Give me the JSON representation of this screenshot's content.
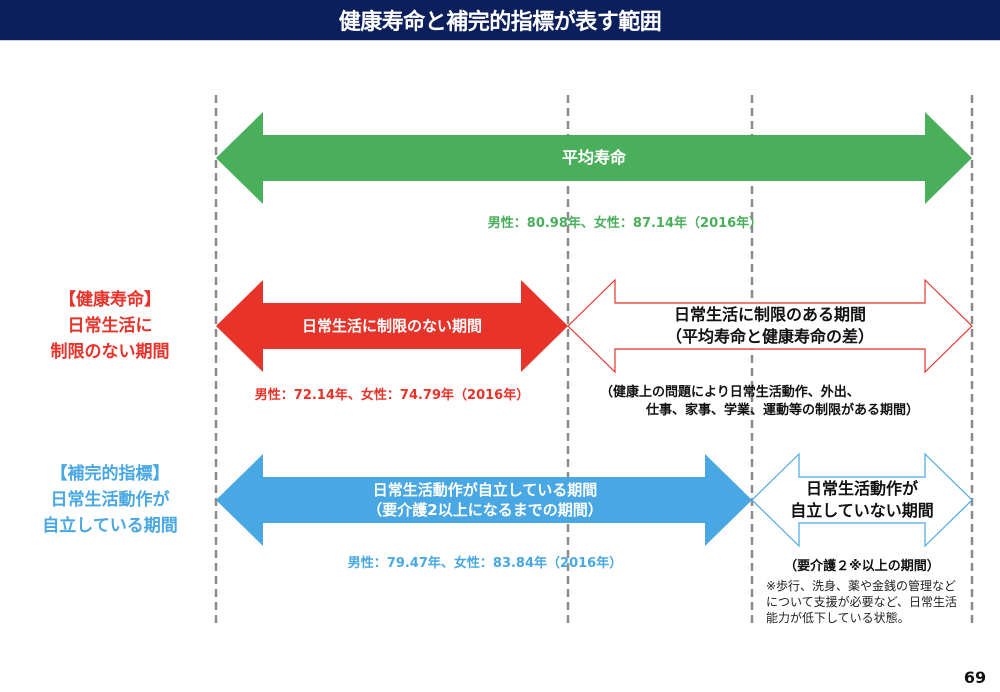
{
  "header": {
    "title": "健康寿命と補完的指標が表す範囲"
  },
  "rows": {
    "average_life": {
      "arrow_label": "平均寿命",
      "stats": "男性：80.98年、女性：87.14年（2016年）",
      "color": "#4aaf5a"
    },
    "healthy_life": {
      "side_label": [
        "【健康寿命】",
        "日常生活に",
        "制限のない期間"
      ],
      "arrow_label": "日常生活に制限のない期間",
      "stats": "男性：72.14年、女性：74.79年（2016年）",
      "color": "#e8332a",
      "gap_arrow_label": [
        "日常生活に制限のある期間",
        "（平均寿命と健康寿命の差）"
      ],
      "gap_note": [
        "（健康上の問題により日常生活動作、外出、",
        "仕事、家事、学業、運動等の制限がある期間）"
      ]
    },
    "complementary": {
      "side_label": [
        "【補完的指標】",
        "日常生活動作が",
        "自立している期間"
      ],
      "arrow_label": [
        "日常生活動作が自立している期間",
        "（要介護2以上になるまでの期間）"
      ],
      "stats": "男性：79.47年、女性：83.84年（2016年）",
      "color": "#49a8e3",
      "gap_arrow_label": [
        "日常生活動作が",
        "自立していない期間"
      ],
      "gap_note": "（要介護２※以上の期間）",
      "footnote": "※歩行、洗身、薬や金銭の管理などについて支援が必要など、日常生活能力が低下している状態。"
    }
  },
  "page_number": "69"
}
